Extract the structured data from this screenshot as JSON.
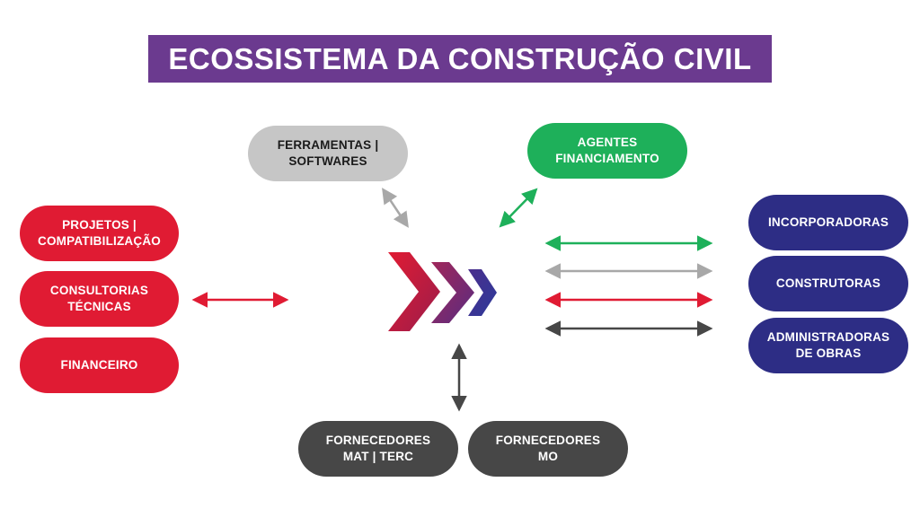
{
  "title": "ECOSSISTEMA DA CONSTRUÇÃO CIVIL",
  "colors": {
    "title_bg": "#6b3a8f",
    "red": "#e01b33",
    "navy": "#2d2d85",
    "gray": "#c6c6c6",
    "green": "#1eb05a",
    "dark": "#474747"
  },
  "nodes": {
    "projetos": "PROJETOS |\nCOMPATIBILIZAÇÃO",
    "consultorias": "CONSULTORIAS\nTÉCNICAS",
    "financeiro": "FINANCEIRO",
    "ferramentas": "FERRAMENTAS |\nSOFTWARES",
    "agentes": "AGENTES\nFINANCIAMENTO",
    "incorporadoras": "INCORPORADORAS",
    "construtoras": "CONSTRUTORAS",
    "administradoras": "ADMINISTRADORAS\nDE OBRAS",
    "fornecedores_mat": "FORNECEDORES\nMAT | TERC",
    "fornecedores_mo": "FORNECEDORES\nMO"
  },
  "central_icon": "triple-chevron-logo"
}
